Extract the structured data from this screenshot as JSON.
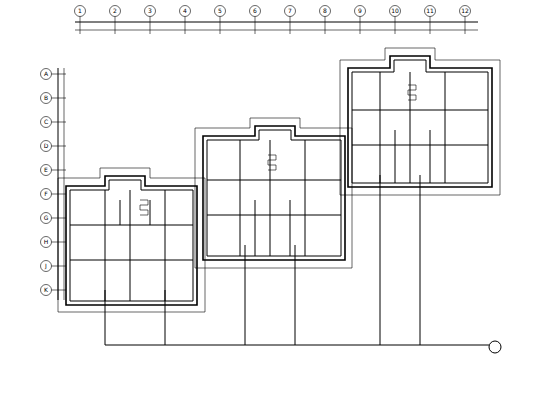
{
  "diagram": {
    "labels": [
      "1",
      "2",
      "3",
      "4",
      "5",
      "6",
      "7",
      "8",
      "9",
      "10",
      "11",
      "12",
      "A",
      "B",
      "C",
      "D",
      "E",
      "F",
      "G",
      "H",
      "J",
      "K"
    ]
  }
}
